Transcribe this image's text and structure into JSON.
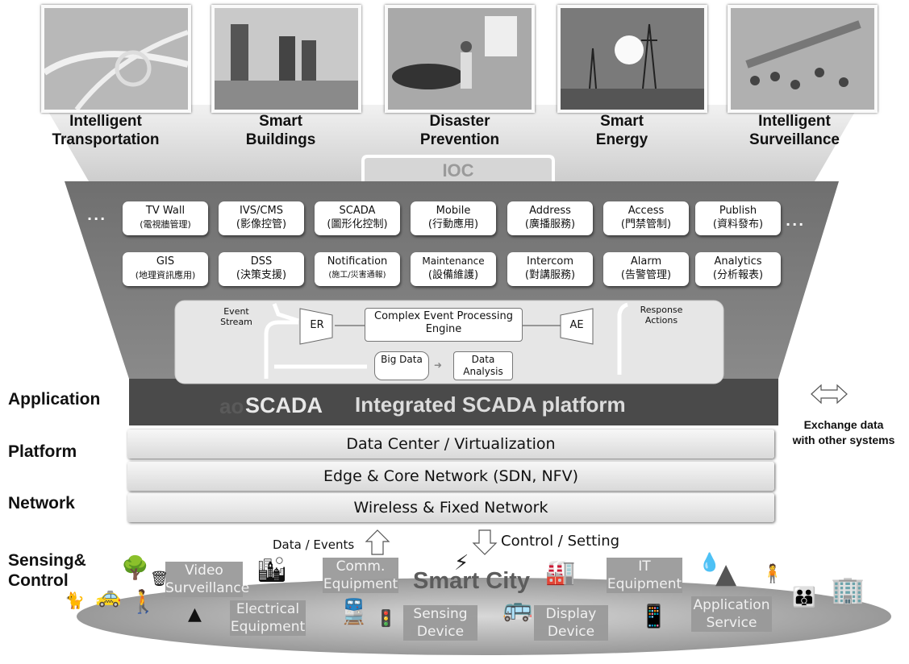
{
  "domains": [
    {
      "line1": "Intelligent",
      "line2": "Transportation",
      "photo_icon": "highway-photo"
    },
    {
      "line1": "Smart",
      "line2": "Buildings",
      "photo_icon": "buildings-photo"
    },
    {
      "line1": "Disaster",
      "line2": "Prevention",
      "photo_icon": "traffic-officer-photo"
    },
    {
      "line1": "Smart",
      "line2": "Energy",
      "photo_icon": "power-lines-photo"
    },
    {
      "line1": "Intelligent",
      "line2": "Surveillance",
      "photo_icon": "crowd-photo"
    }
  ],
  "ioc_label": "IOC",
  "ellipsis": "...",
  "modules_row1": [
    {
      "name": "TV Wall",
      "zh": "(電視牆管理)"
    },
    {
      "name": "IVS/CMS",
      "zh": "(影像控管)"
    },
    {
      "name": "SCADA",
      "zh": "(圖形化控制)"
    },
    {
      "name": "Mobile",
      "zh": "(行動應用)"
    },
    {
      "name": "Address",
      "zh": "(廣播服務)"
    },
    {
      "name": "Access",
      "zh": "(門禁管制)"
    },
    {
      "name": "Publish",
      "zh": "(資料發布)"
    }
  ],
  "modules_row2": [
    {
      "name": "GIS",
      "zh": "(地理資訊應用)"
    },
    {
      "name": "DSS",
      "zh": "(決策支援)"
    },
    {
      "name": "Notification",
      "zh": "(施工/災害通報)"
    },
    {
      "name": "Maintenance",
      "zh": "(設備維護)"
    },
    {
      "name": "Intercom",
      "zh": "(對講服務)"
    },
    {
      "name": "Alarm",
      "zh": "(告警管理)"
    },
    {
      "name": "Analytics",
      "zh": "(分析報表)"
    }
  ],
  "cep": {
    "event_stream": "Event Stream",
    "er": "ER",
    "engine": "Complex Event Processing Engine",
    "ae": "AE",
    "response": "Response Actions",
    "big_data": "Big Data",
    "data_analysis": "Data Analysis"
  },
  "platform": {
    "logo_prefix": "ao",
    "logo_main": "SCADA",
    "title": "Integrated SCADA platform"
  },
  "layers": [
    "Application",
    "Platform",
    "Network",
    "Sensing& Control"
  ],
  "bars": [
    "Data Center / Virtualization",
    "Edge & Core Network (SDN, NFV)",
    "Wireless & Fixed Network"
  ],
  "exchange": {
    "line1": "Exchange data",
    "line2": "with other systems"
  },
  "flows": {
    "data_events": "Data / Events",
    "control_setting": "Control / Setting"
  },
  "city": {
    "title": "Smart City",
    "tags": [
      "Video Surveillance",
      "Comm. Equipment",
      "IT Equipment",
      "Electrical Equipment",
      "Sensing Device",
      "Display Device",
      "Application Service"
    ]
  },
  "colors": {
    "platform_dark": "#4a4a4a",
    "funnel": "#d0d0d0",
    "bar_light": "#eeeeee",
    "tag_gray": "#9a9a9a"
  }
}
